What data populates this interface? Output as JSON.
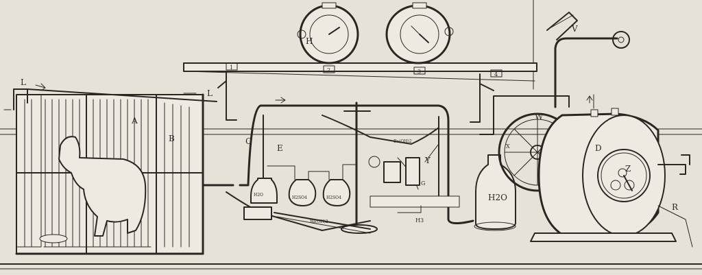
{
  "labels": {
    "A": "A",
    "B": "B",
    "C": "C",
    "D": "D",
    "E": "E",
    "G": "G",
    "H": "H",
    "L1": "L",
    "L2": "L",
    "R": "R",
    "V": "V",
    "W": "W",
    "X": "X",
    "Y": "Y",
    "Z": "Z",
    "H3": "H3"
  },
  "shelf_numbers": [
    "1",
    "2",
    "3",
    "4"
  ],
  "bottle_labels": {
    "water_left": "H2O",
    "acid_1": "H2SO4",
    "acid_2": "H2SO4",
    "water_big": "H2O"
  },
  "reagent_labels": {
    "baoh_tube": "Ba(OH)2",
    "baoh_top": "Ba(OH)2"
  }
}
